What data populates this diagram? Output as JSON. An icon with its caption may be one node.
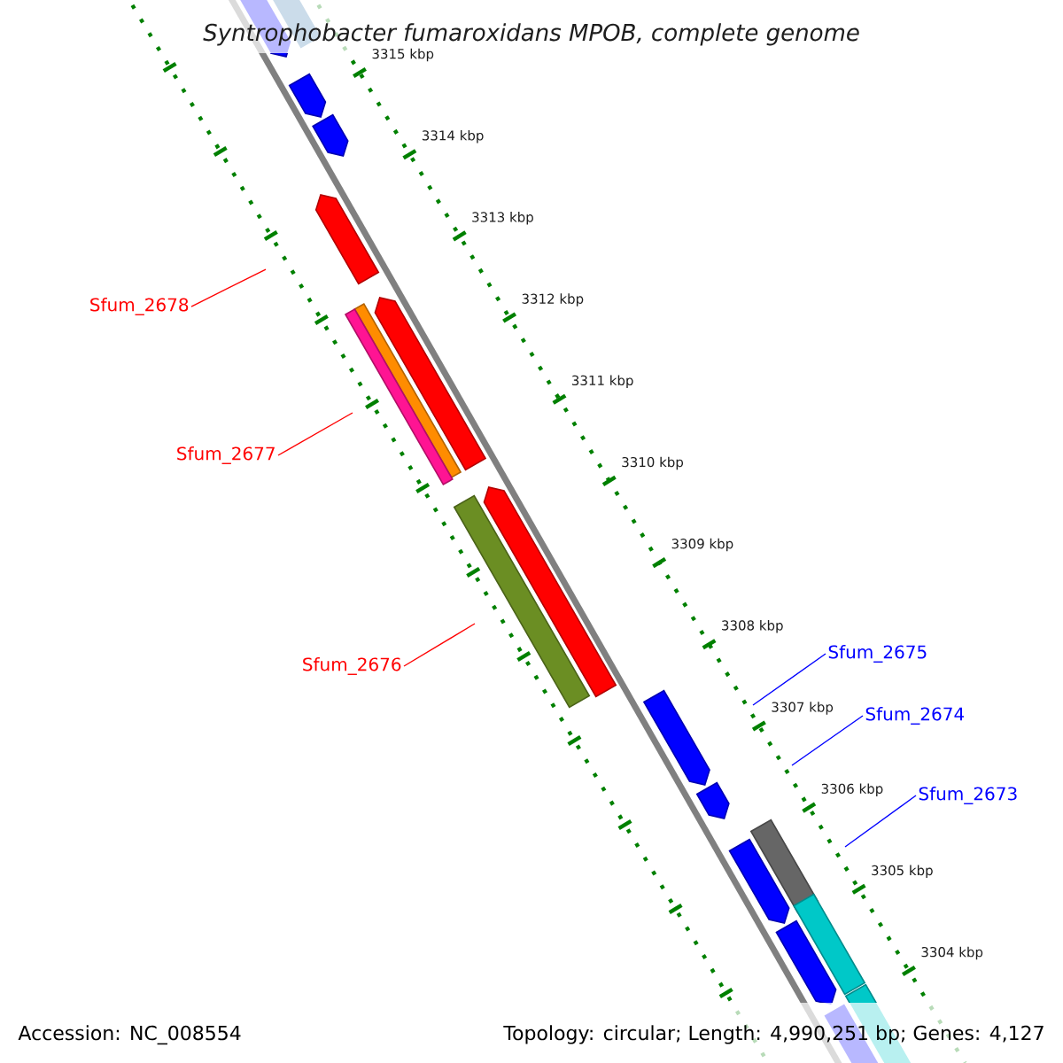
{
  "diagram": {
    "title": "Syntrophobacter fumaroxidans MPOB, complete genome",
    "nodes": [
      {
        "text": [
          "Sfum_2678"
        ]
      },
      {
        "text": [
          "Sfum_2677"
        ]
      },
      {
        "text": [
          "Sfum_2676"
        ]
      },
      {
        "text": [
          "Sfum_2675"
        ]
      },
      {
        "text": [
          "Sfum_2674"
        ]
      },
      {
        "text": [
          "Sfum_2673"
        ]
      }
    ],
    "edges": [
      {
        "from": 0,
        "to": null,
        "arrow": "none",
        "color": "#ff0000"
      },
      {
        "from": 1,
        "to": null,
        "arrow": "none",
        "color": "#ff0000"
      },
      {
        "from": 2,
        "to": null,
        "arrow": "none",
        "color": "#ff0000"
      },
      {
        "from": 3,
        "to": null,
        "arrow": "none",
        "color": "#0000ff"
      },
      {
        "from": 4,
        "to": null,
        "arrow": "none",
        "color": "#0000ff"
      },
      {
        "from": 5,
        "to": null,
        "arrow": "none",
        "color": "#0000ff"
      }
    ],
    "labels": [
      "3315 kbp",
      "3314 kbp",
      "3313 kbp",
      "3312 kbp",
      "3311 kbp",
      "3310 kbp",
      "3309 kbp",
      "3308 kbp",
      "3307 kbp",
      "3306 kbp",
      "3305 kbp",
      "3304 kbp",
      "Accession: NC_008554",
      "Topology: circular; Length: 4,990,251 bp; Genes: 4,127"
    ]
  }
}
